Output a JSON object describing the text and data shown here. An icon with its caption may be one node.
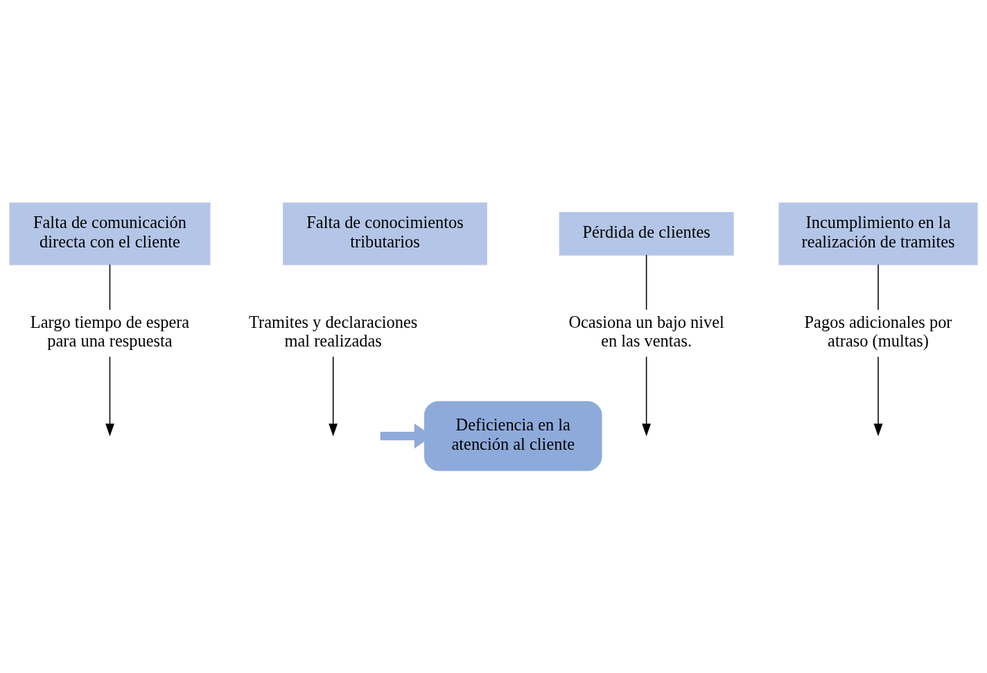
{
  "diagram": {
    "nodes": [
      {
        "text": [
          "Falta de comunicación directa con el cliente"
        ]
      },
      {
        "text": [
          "Falta de conocimientos tributarios"
        ]
      },
      {
        "text": [
          "Largo tiempo de espera para una respuesta"
        ]
      },
      {
        "text": [
          "Tramites y declaraciones mal realizadas"
        ]
      },
      {
        "text": [
          "Deficiencia en la atención al cliente"
        ]
      },
      {
        "text": [
          "Ocasiona un bajo nivel en las ventas."
        ]
      },
      {
        "text": [
          "Pagos adicionales por atraso (multas)"
        ]
      },
      {
        "text": [
          "Pérdida de clientes"
        ]
      },
      {
        "text": [
          "Incumplimiento en la realización de tramites"
        ]
      }
    ],
    "edges": [
      {
        "from": 0,
        "to": 2,
        "arrow": "none"
      },
      {
        "from": 2,
        "to": null,
        "arrow": "to"
      },
      {
        "from": 3,
        "to": null,
        "arrow": "to"
      },
      {
        "from": null,
        "to": 4,
        "arrow": "to",
        "style": "thick",
        "color": "#8eaadb"
      },
      {
        "from": 5,
        "to": null,
        "arrow": "to"
      },
      {
        "from": 7,
        "to": 5,
        "arrow": "none"
      },
      {
        "from": 6,
        "to": null,
        "arrow": "to"
      },
      {
        "from": 8,
        "to": 6,
        "arrow": "none"
      }
    ]
  }
}
